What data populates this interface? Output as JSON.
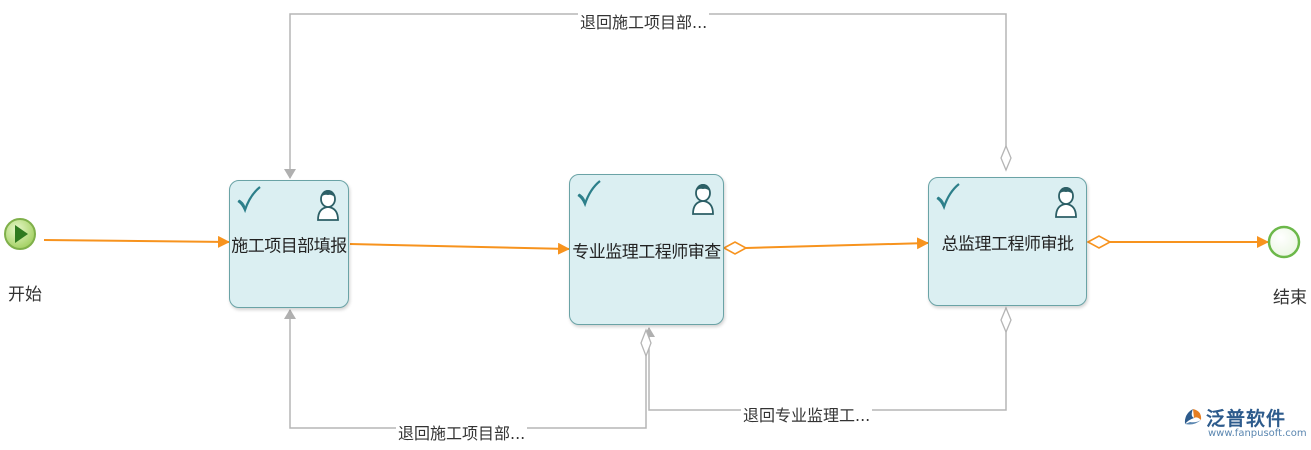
{
  "events": {
    "start": {
      "label": "开始"
    },
    "end": {
      "label": "结束"
    }
  },
  "tasks": [
    {
      "id": "t1",
      "label": "施工项目部填报"
    },
    {
      "id": "t2",
      "label": "专业监理工程师审查"
    },
    {
      "id": "t3",
      "label": "总监理工程师审批"
    }
  ],
  "return_flows": [
    {
      "id": "r1",
      "label": "退回施工项目部..."
    },
    {
      "id": "r2",
      "label": "退回施工项目部..."
    },
    {
      "id": "r3",
      "label": "退回专业监理工..."
    }
  ],
  "watermark": {
    "title": "泛普软件",
    "url": "www.fanpusoft.com"
  },
  "colors": {
    "flow": "#f7931e",
    "return_flow": "#b5b5b5",
    "task_fill": "#dbeff2",
    "task_border": "#6aa3a6",
    "start_fill": "#a8d86a",
    "end_border": "#6cb84a"
  }
}
